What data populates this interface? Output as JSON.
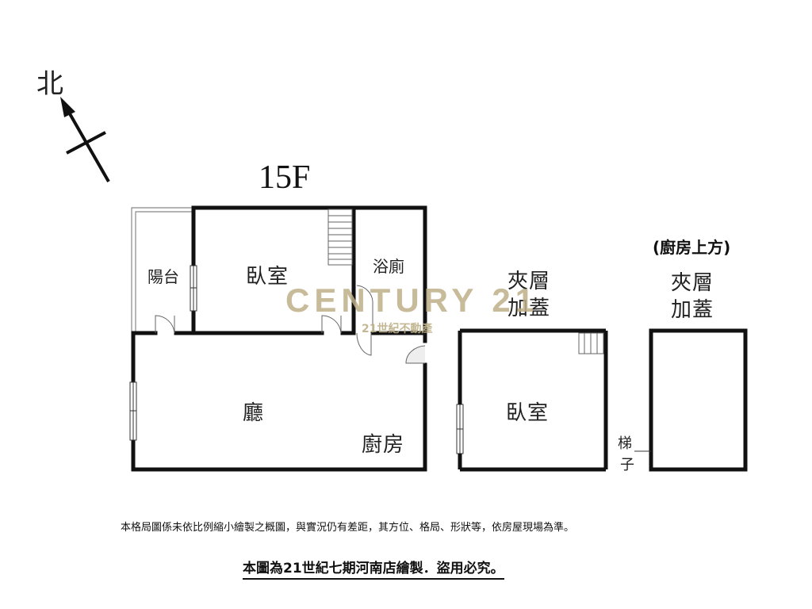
{
  "compass": {
    "label": "北",
    "icon": "north-arrow-icon"
  },
  "plan_15f": {
    "title": "15F",
    "rooms": {
      "balcony": "陽台",
      "bedroom": "臥室",
      "bathroom": "浴廁",
      "living_room": "廳",
      "kitchen": "廚房"
    }
  },
  "mezzanine_1": {
    "title_line1": "夾層",
    "title_line2": "加蓋",
    "rooms": {
      "bedroom": "臥室"
    }
  },
  "mezzanine_2": {
    "note": "(廚房上方)",
    "title_line1": "夾層",
    "title_line2": "加蓋",
    "ladder_line1": "梯",
    "ladder_line2": "子"
  },
  "watermark": {
    "brand": "CENTURY 21",
    "subtitle": "21世紀不動產",
    "color": "#BEAF87"
  },
  "footer": {
    "disclaimer": "本格局圖係未依比例縮小繪製之概圖，與實況仍有差距，其方位、格局、形狀等，依房屋現場為準。",
    "copyright": "本圖為21世紀七期河南店繪製．盜用必究。"
  }
}
